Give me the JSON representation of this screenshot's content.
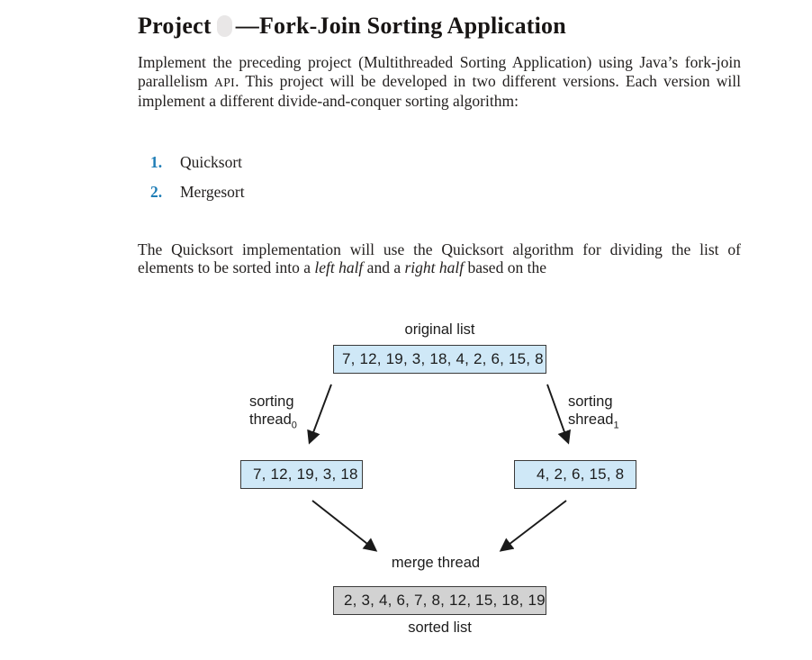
{
  "title": {
    "prefix": "Project",
    "suffix": "—Fork-Join Sorting Application"
  },
  "paragraphs": {
    "intro": {
      "part1": "Implement the preceding project (Multithreaded Sorting Application) using Java’s fork-join parallelism ",
      "smallcaps": "API",
      "part2": ". This project will be developed in two different versions. Each version will implement a different divide-and-conquer sorting algorithm:"
    },
    "body": {
      "part1": "The Quicksort implementation will use the Quicksort algorithm for dividing the list of elements to be sorted into a ",
      "italic1": "left half",
      "part2": " and a ",
      "italic2": "right half",
      "part3": " based on the"
    }
  },
  "list": {
    "items": [
      {
        "number": "1.",
        "label": "Quicksort"
      },
      {
        "number": "2.",
        "label": "Mergesort"
      }
    ]
  },
  "diagram": {
    "original_list": {
      "label": "original list",
      "values": "7, 12, 19, 3, 18, 4, 2, 6, 15, 8"
    },
    "left_thread": {
      "label_line1": "sorting",
      "label_base": "thread",
      "label_sub": "0",
      "values": "7, 12, 19, 3, 18"
    },
    "right_thread": {
      "label_line1": "sorting",
      "label_base": "shread",
      "label_sub": "1",
      "values": "4, 2, 6, 15, 8"
    },
    "merge": {
      "label": "merge thread"
    },
    "sorted_list": {
      "label": "sorted list",
      "values": "2, 3, 4, 6, 7, 8, 12, 15, 18, 19"
    },
    "colors": {
      "list_box_fill": "#cfe8f7",
      "sorted_box_fill": "#d2d2d2",
      "box_border": "#3a3a3a",
      "arrow": "#1a1a1a"
    }
  },
  "colors": {
    "list_number_blue": "#1e7db6",
    "body_text": "#23201f",
    "title_text": "#181514"
  }
}
